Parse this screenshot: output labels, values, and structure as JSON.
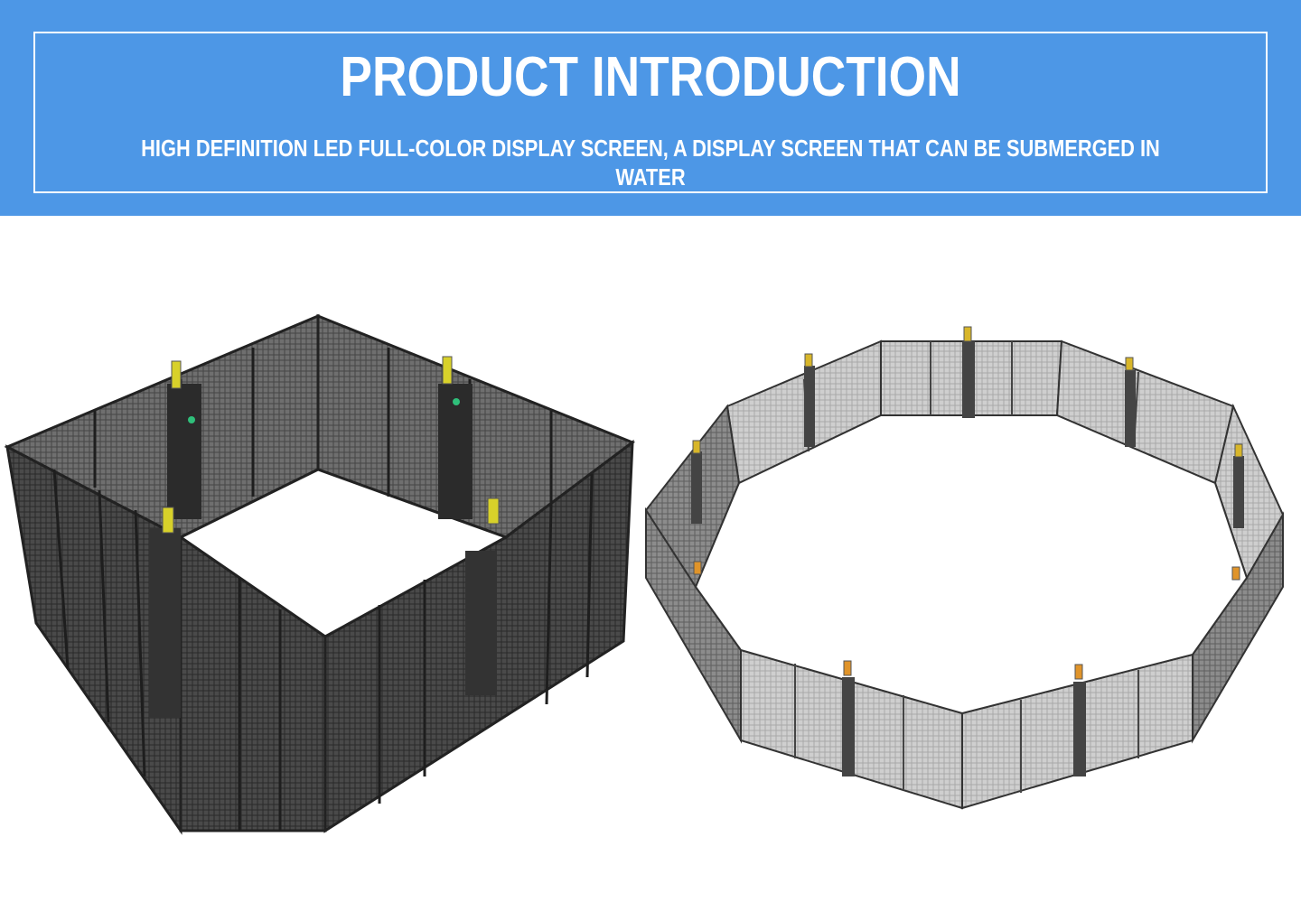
{
  "banner": {
    "title": "PRODUCT INTRODUCTION",
    "subtitle": "HIGH DEFINITION LED FULL-COLOR DISPLAY SCREEN, A DISPLAY SCREEN THAT CAN BE SUBMERGED IN WATER"
  },
  "colors": {
    "banner_bg": "#4d97e6",
    "frame": "#ffffff",
    "panel_dark": "#3a3a3a",
    "panel_light": "#d8d8d8",
    "connector": "#d8d12a"
  },
  "figures": [
    {
      "name": "square-led-enclosure",
      "icon": "square-mesh-enclosure"
    },
    {
      "name": "decagon-led-enclosure",
      "icon": "decagon-mesh-enclosure"
    }
  ]
}
